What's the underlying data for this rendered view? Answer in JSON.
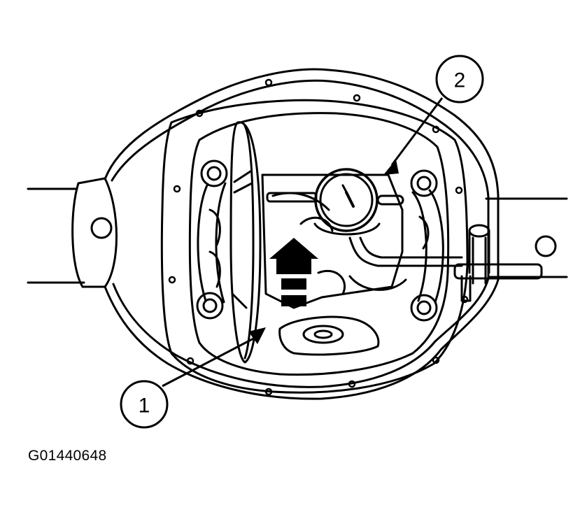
{
  "figure": {
    "id": "G01440648",
    "callouts": [
      {
        "number": "1"
      },
      {
        "number": "2"
      }
    ]
  }
}
